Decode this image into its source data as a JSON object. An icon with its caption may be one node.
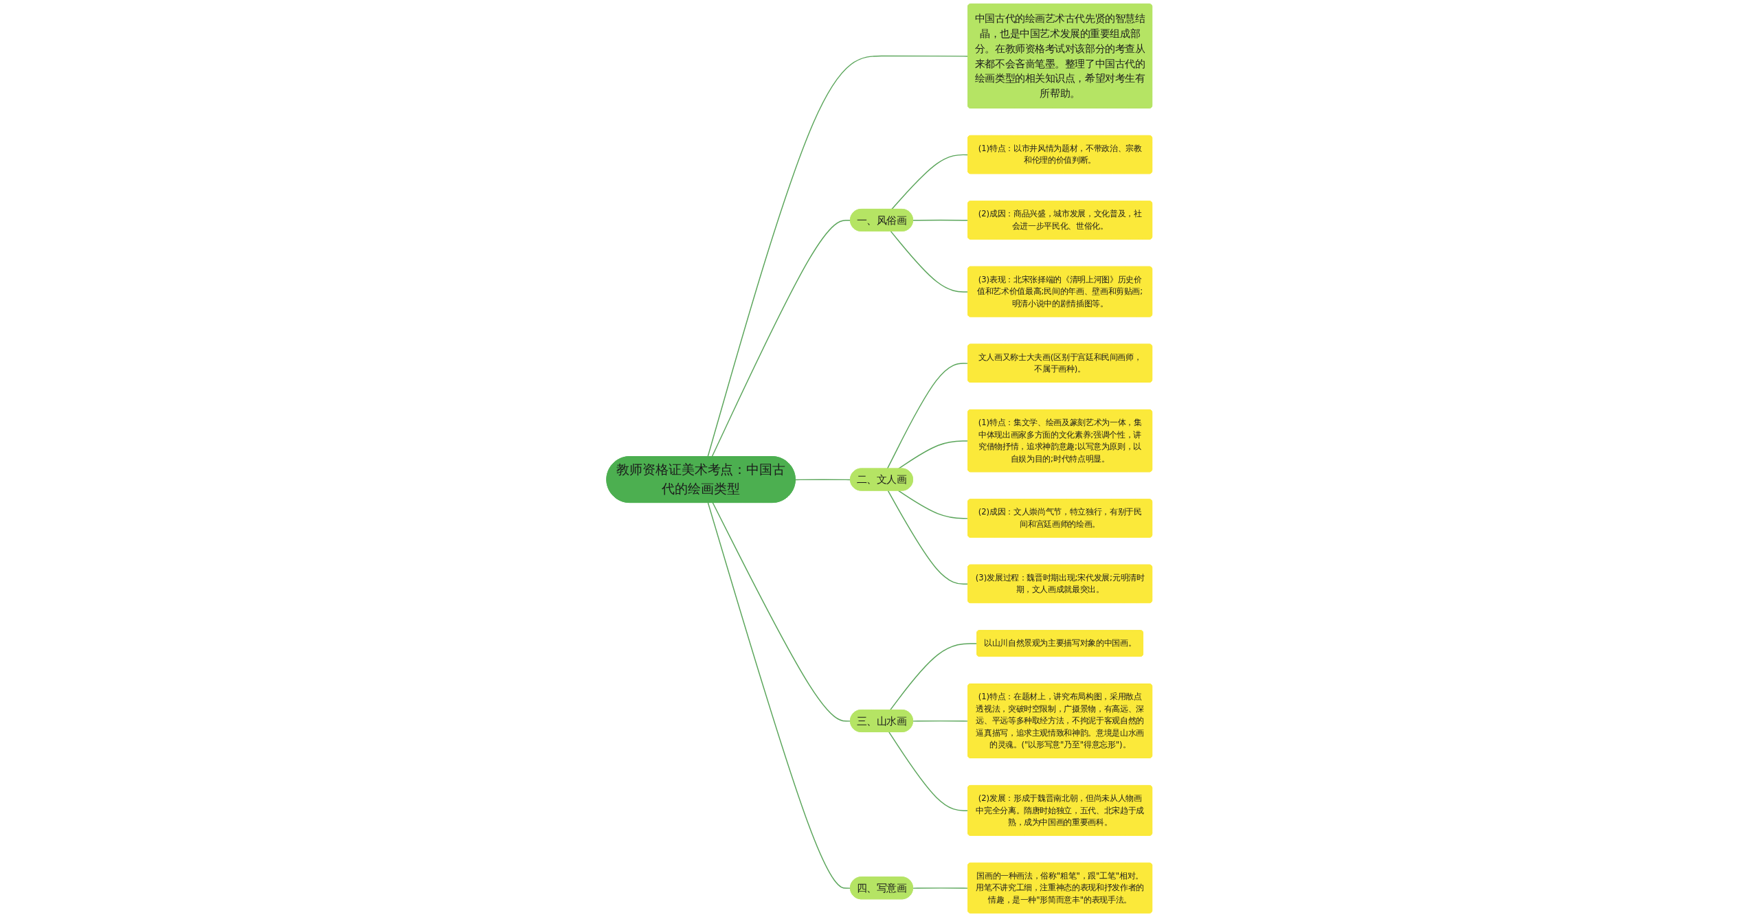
{
  "diagram": {
    "nodes": [
      {
        "text": [
          "教师资格证美术考点：中国古代的绘画类型"
        ]
      },
      {
        "text": [
          "中国古代的绘画艺术古代先贤的智慧结晶，也是中国艺术发展的重要组成部分。在教师资格考试对该部分的考查从来都不会吝啬笔墨。整理了中国古代的绘画类型的相关知识点，希望对考生有所帮助。"
        ]
      },
      {
        "text": [
          "一、风俗画"
        ]
      },
      {
        "text": [
          "(1)特点：以市井风情为题材，不带政治、宗教和伦理的价值判断。"
        ]
      },
      {
        "text": [
          "(2)成因：商品兴盛，城市发展，文化普及，社会进一步平民化、世俗化。"
        ]
      },
      {
        "text": [
          "(3)表现：北宋张择端的《清明上河图》历史价值和艺术价值最高;民间的年画、壁画和剪贴画;明清小说中的剧情插图等。"
        ]
      },
      {
        "text": [
          "二、文人画"
        ]
      },
      {
        "text": [
          "文人画又称士大夫画(区别于宫廷和民间画师，不属于画种)。"
        ]
      },
      {
        "text": [
          "(1)特点：集文学、绘画及篆刻艺术为一体，集中体现出画家多方面的文化素养;强调个性，讲究借物抒情，追求神韵意趣;以写意为原则，以自娱为目的;时代特点明显。"
        ]
      },
      {
        "text": [
          "(2)成因：文人崇尚气节，特立独行，有别于民间和宫廷画师的绘画。"
        ]
      },
      {
        "text": [
          "(3)发展过程：魏晋时期出现;宋代发展;元明清时期，文人画成就最突出。"
        ]
      },
      {
        "text": [
          "三、山水画"
        ]
      },
      {
        "text": [
          "以山川自然景观为主要描写对象的中国画。"
        ]
      },
      {
        "text": [
          "(1)特点：在题材上，讲究布局构图，采用散点透视法，突破时空限制，广摄景物，有高远、深远、平远等多种取经方法，不拘泥于客观自然的逼真描写，追求主观情致和神韵。意境是山水画的灵魂。(\"以形写意\"乃至\"得意忘形\")。"
        ]
      },
      {
        "text": [
          "(2)发展：形成于魏晋南北朝，但尚未从人物画中完全分离。隋唐时始独立，五代、北宋趋于成熟，成为中国画的重要画科。"
        ]
      },
      {
        "text": [
          "四、写意画"
        ]
      },
      {
        "text": [
          "国画的一种画法，俗称\"粗笔\"，跟\"工笔\"相对。用笔不讲究工细，注重神态的表现和抒发作者的情趣，是一种\"形简而意丰\"的表现手法。"
        ]
      }
    ],
    "edges": [
      {
        "from": 0,
        "to": 1,
        "arrow": "none"
      },
      {
        "from": 0,
        "to": 2,
        "arrow": "none"
      },
      {
        "from": 2,
        "to": 3,
        "arrow": "none"
      },
      {
        "from": 2,
        "to": 4,
        "arrow": "none"
      },
      {
        "from": 2,
        "to": 5,
        "arrow": "none"
      },
      {
        "from": 0,
        "to": 6,
        "arrow": "none"
      },
      {
        "from": 6,
        "to": 7,
        "arrow": "none"
      },
      {
        "from": 6,
        "to": 8,
        "arrow": "none"
      },
      {
        "from": 6,
        "to": 9,
        "arrow": "none"
      },
      {
        "from": 6,
        "to": 10,
        "arrow": "none"
      },
      {
        "from": 0,
        "to": 11,
        "arrow": "none"
      },
      {
        "from": 11,
        "to": 12,
        "arrow": "none"
      },
      {
        "from": 11,
        "to": 13,
        "arrow": "none"
      },
      {
        "from": 11,
        "to": 14,
        "arrow": "none"
      },
      {
        "from": 0,
        "to": 15,
        "arrow": "none"
      },
      {
        "from": 15,
        "to": 16,
        "arrow": "none"
      }
    ]
  }
}
